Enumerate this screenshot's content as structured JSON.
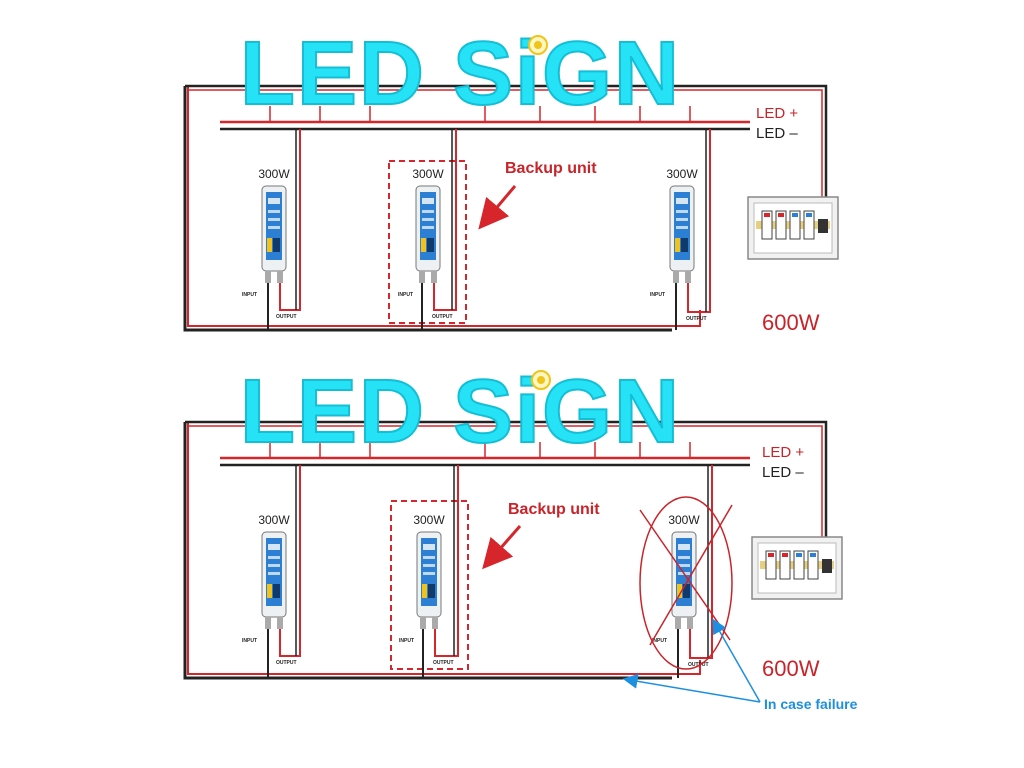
{
  "panels": [
    {
      "sign_text": "LED SiGN",
      "led_plus": "LED +",
      "led_minus": "LED –",
      "backup_label": "Backup unit",
      "total_power": "600W",
      "psus": [
        {
          "watt": "300W",
          "input": "INPUT",
          "output": "OUTPUT"
        },
        {
          "watt": "300W",
          "input": "INPUT",
          "output": "OUTPUT"
        },
        {
          "watt": "300W",
          "input": "INPUT",
          "output": "OUTPUT"
        }
      ]
    },
    {
      "sign_text": "LED SiGN",
      "led_plus": "LED +",
      "led_minus": "LED –",
      "backup_label": "Backup unit",
      "total_power": "600W",
      "failure_label": "In case failure",
      "psus": [
        {
          "watt": "300W",
          "input": "INPUT",
          "output": "OUTPUT"
        },
        {
          "watt": "300W",
          "input": "INPUT",
          "output": "OUTPUT"
        },
        {
          "watt": "300W",
          "input": "INPUT",
          "output": "OUTPUT"
        }
      ]
    }
  ],
  "colors": {
    "neon": "#26e2f6",
    "wire_red": "#d7262b",
    "wire_black": "#222222",
    "label_red": "#c8242a",
    "label_blue": "#1d8fe0",
    "psu_blue": "#2d7fd3"
  }
}
